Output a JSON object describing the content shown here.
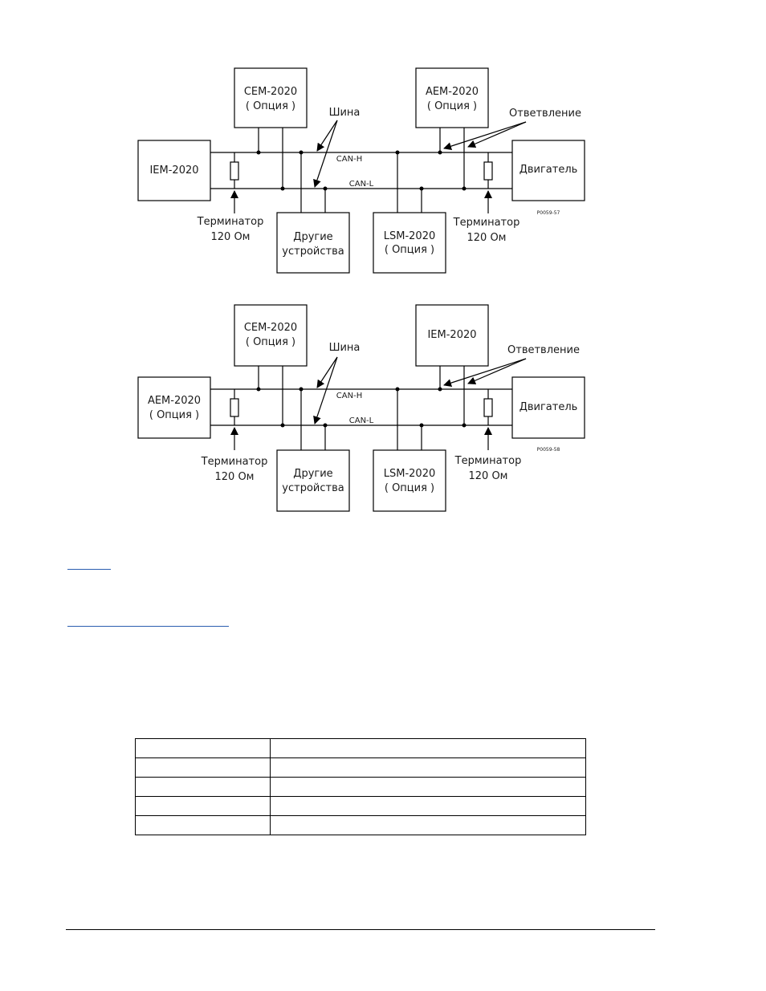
{
  "diagrams": [
    {
      "left_module": "IEM-2020",
      "left_module_sub": "",
      "top_left_module": "CEM-2020",
      "top_left_sub": "( Опция )",
      "top_right_module": "AEM-2020",
      "top_right_sub": "( Опция )",
      "engine": "Двигатель",
      "bottom_left_module": "Другие",
      "bottom_left_sub": "устройства",
      "bottom_right_module": "LSM-2020",
      "bottom_right_sub": "( Опция )",
      "bus_label": "Шина",
      "branch_label": "Ответвление",
      "can_h": "CAN-H",
      "can_l": "CAN-L",
      "terminator": "Терминатор",
      "terminator_value": "120 Ом",
      "figure_id": "P0059-57"
    },
    {
      "left_module": "AEM-2020",
      "left_module_sub": "( Опция )",
      "top_left_module": "CEM-2020",
      "top_left_sub": "( Опция )",
      "top_right_module": "IEM-2020",
      "top_right_sub": "",
      "engine": "Двигатель",
      "bottom_left_module": "Другие",
      "bottom_left_sub": "устройства",
      "bottom_right_module": "LSM-2020",
      "bottom_right_sub": "( Опция )",
      "bus_label": "Шина",
      "branch_label": "Ответвление",
      "can_h": "CAN-H",
      "can_l": "CAN-L",
      "terminator": "Терминатор",
      "terminator_value": "120 Ом",
      "figure_id": "P0059-58"
    }
  ],
  "table": {
    "rows": [
      [
        "",
        ""
      ],
      [
        "",
        ""
      ],
      [
        "",
        ""
      ],
      [
        "",
        ""
      ],
      [
        "",
        ""
      ]
    ]
  }
}
